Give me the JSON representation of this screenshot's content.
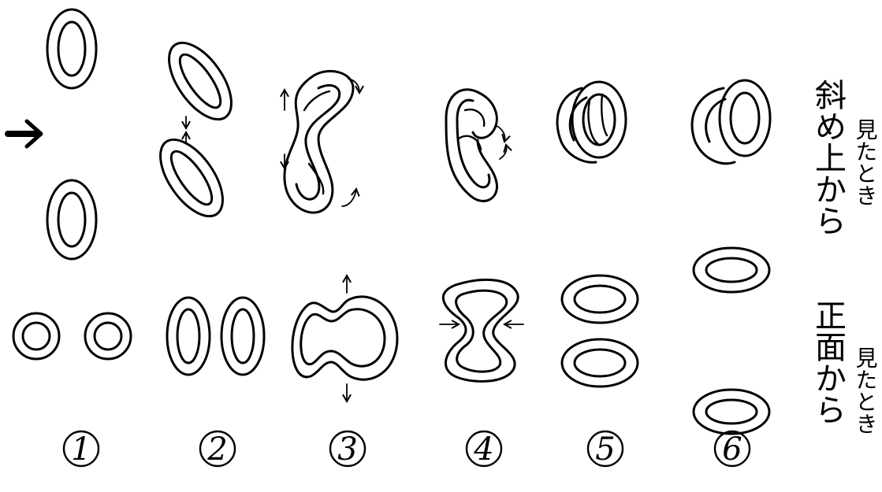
{
  "step_numbers": [
    "1",
    "2",
    "3",
    "4",
    "5",
    "6"
  ],
  "labels": {
    "top_row_main": "斜め上から",
    "top_row_sub": "見たとき",
    "bottom_row_main": "正面から",
    "bottom_row_sub": "見たとき"
  },
  "icons": {
    "direction_arrow": "right-arrow-icon",
    "motion_arrows": "small-arrow-icon"
  },
  "colors": {
    "ink": "#000000",
    "paper": "#ffffff"
  }
}
